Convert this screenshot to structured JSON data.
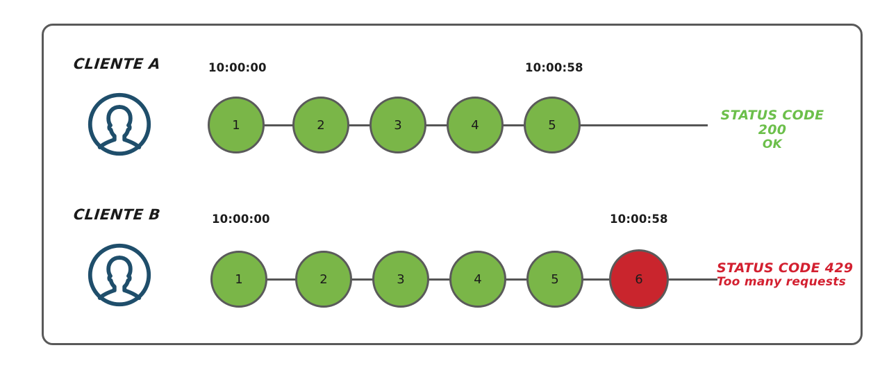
{
  "diagram": {
    "title_present": false,
    "colors": {
      "frame_border": "#595959",
      "node_ok": "#7ab648",
      "node_fail": "#c9252d",
      "node_stroke": "#5a5a5a",
      "connector": "#555555",
      "avatar": "#1f4e6b",
      "status_ok_text": "#6cbf4b",
      "status_fail_text": "#d32030"
    },
    "rows": [
      {
        "client_label": "CLIENTE A",
        "avatar_icon": "user-avatar-icon",
        "start_time": "10:00:00",
        "end_time": "10:00:58",
        "nodes": [
          {
            "label": "1",
            "state": "ok"
          },
          {
            "label": "2",
            "state": "ok"
          },
          {
            "label": "3",
            "state": "ok"
          },
          {
            "label": "4",
            "state": "ok"
          },
          {
            "label": "5",
            "state": "ok"
          }
        ],
        "status_line1": "STATUS CODE 200",
        "status_line2": "OK",
        "status_state": "ok"
      },
      {
        "client_label": "CLIENTE B",
        "avatar_icon": "user-avatar-icon",
        "start_time": "10:00:00",
        "end_time": "10:00:58",
        "nodes": [
          {
            "label": "1",
            "state": "ok"
          },
          {
            "label": "2",
            "state": "ok"
          },
          {
            "label": "3",
            "state": "ok"
          },
          {
            "label": "4",
            "state": "ok"
          },
          {
            "label": "5",
            "state": "ok"
          },
          {
            "label": "6",
            "state": "fail"
          }
        ],
        "status_line1": "STATUS CODE 429",
        "status_line2": "Too many requests",
        "status_state": "fail"
      }
    ]
  }
}
